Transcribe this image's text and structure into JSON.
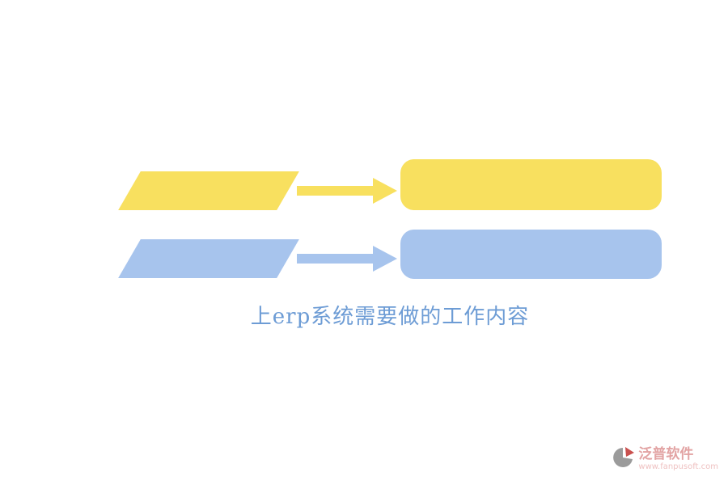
{
  "title": "上erp系统需要做的工作内容",
  "colors": {
    "yellow": "#F8E05F",
    "blue": "#A7C4ED",
    "title_text": "#6D9CD5",
    "logo_text": "#E2A3A3",
    "logo_url_text": "#EFC2C2",
    "logo_gray": "#9B9B9B",
    "logo_red": "#C9504E"
  },
  "diagram": {
    "rows": [
      {
        "id": "yellow-flow",
        "color": "#F8E05F"
      },
      {
        "id": "blue-flow",
        "color": "#A7C4ED"
      }
    ]
  },
  "logo": {
    "name": "泛普软件",
    "url": "www.fanpusoft.com"
  }
}
